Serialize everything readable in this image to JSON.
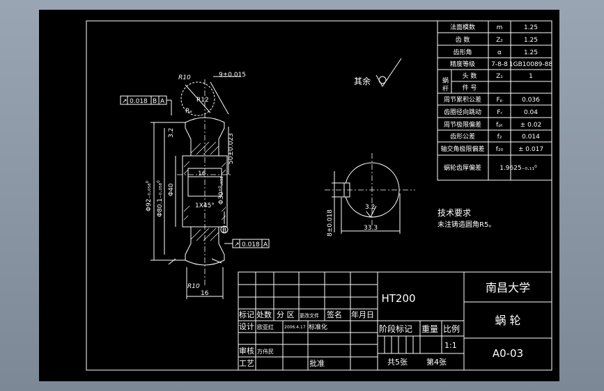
{
  "params": {
    "rows": [
      {
        "label": "法面模数",
        "sym": "m",
        "val": "1.25"
      },
      {
        "label": "齿    数",
        "sym": "Z₂",
        "val": "1.25"
      },
      {
        "label": "齿形角",
        "sym": "α",
        "val": "1.25"
      },
      {
        "label": "精度等级",
        "sym": "7-8-8",
        "val": "1GB10089-88"
      },
      {
        "label": "头    数",
        "sym": "Z₁",
        "val": "1"
      },
      {
        "label": "件    号",
        "sym": "",
        "val": ""
      },
      {
        "label": "周节累积公差",
        "sym": "Fₚ",
        "val": "0.036"
      },
      {
        "label": "齿圈径向跳动",
        "sym": "Fᵣ",
        "val": "0.04"
      },
      {
        "label": "周节极限偏差",
        "sym": "fₚₜ",
        "val": "± 0.02"
      },
      {
        "label": "齿形公差",
        "sym": "f₂",
        "val": "0.014"
      },
      {
        "label": "轴交角极限偏差",
        "sym": "f₂₀",
        "val": "± 0.017"
      },
      {
        "label": "蜗轮齿厚偏差",
        "sym": "",
        "val": "1.9625₋₀.₁₁⁰"
      }
    ],
    "worm_label": "蜗 杆"
  },
  "roughness": {
    "text": "其余"
  },
  "tech": {
    "title": "技术要求",
    "line1": "未注铸造圆角R5。"
  },
  "dims": {
    "r10_top": "R10",
    "tol_top": "9±0.015",
    "r12": "R12",
    "ctr_r": "Rₑ",
    "frame1": "0.018",
    "frame1_ref": "B",
    "frame1_sym": "↗",
    "datum_a": "A",
    "d_tip": "3.2",
    "dim_50": "50±0.023",
    "dim_16a": "16",
    "phi92": "Φ92₋₀.₀₅₈⁰",
    "phi80": "Φ80.1₋₀.₀₅₈⁰",
    "phi40": "Φ40",
    "phi30": "Φ30⁺⁰.₀₃₁",
    "chamfer": "1X45°",
    "datum_b": "B",
    "frame2": "0.018",
    "frame2_ref": "A",
    "frame2_sym": "↗",
    "r10_bot": "R10",
    "dim_16b": "16",
    "key_h": "8±0.018",
    "key_w": "33.3",
    "rough_key": "3.2"
  },
  "title_block": {
    "material": "HT200",
    "school": "南昌大学",
    "part": "蜗    轮",
    "code": "A0-03",
    "h_biaoji": "标记",
    "h_chushu": "处数",
    "h_fenqu": "分 区",
    "h_gaiwenjian": "更改文件",
    "h_qianming": "签名",
    "h_nianyueri": "年月日",
    "sheji": "设计",
    "designer": "欧亚红",
    "date": "2006.4.17",
    "biaozhunhua": "标准化",
    "shenhe": "审核",
    "reviewer": "万伟民",
    "gongyi": "工艺",
    "pizhun": "批准",
    "jieduan": "阶段标记",
    "zhongliang": "重量",
    "bili": "比例",
    "scale": "1:1",
    "total": "共5张",
    "sheet": "第4张"
  }
}
